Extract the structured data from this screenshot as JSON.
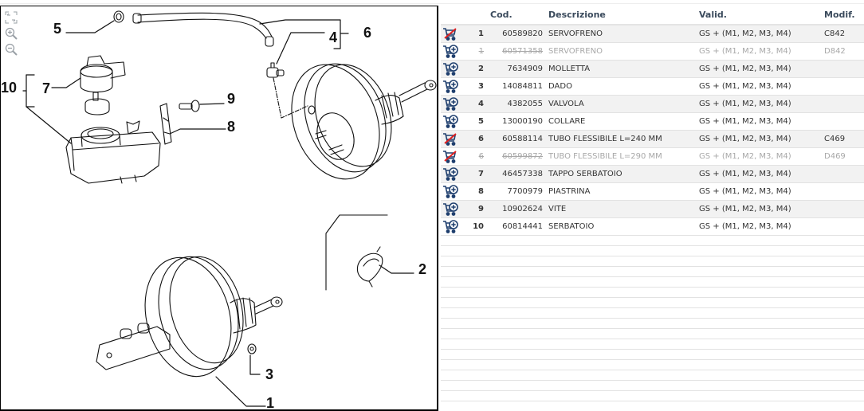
{
  "diagram": {
    "tools": [
      {
        "name": "fit-screen",
        "icon": "fit-icon"
      },
      {
        "name": "zoom-in",
        "icon": "zoom-in-icon"
      },
      {
        "name": "zoom-out",
        "icon": "zoom-out-icon"
      }
    ],
    "callouts": [
      "1",
      "2",
      "3",
      "4",
      "5",
      "6",
      "7",
      "8",
      "9",
      "10"
    ]
  },
  "table": {
    "headers": {
      "code": "Cod.",
      "description": "Descrizione",
      "validity": "Valid.",
      "modification": "Modif."
    },
    "rows": [
      {
        "action": "cart-unavailable",
        "num": "1",
        "code": "60589820",
        "description": "SERVOFRENO",
        "validity": "GS + (M1, M2, M3, M4)",
        "modif": "C842",
        "superseded": false
      },
      {
        "action": "cart-add",
        "num": "1",
        "code": "60571358",
        "description": "SERVOFRENO",
        "validity": "GS + (M1, M2, M3, M4)",
        "modif": "D842",
        "superseded": true
      },
      {
        "action": "cart-add",
        "num": "2",
        "code": "7634909",
        "description": "MOLLETTA",
        "validity": "GS + (M1, M2, M3, M4)",
        "modif": "",
        "superseded": false
      },
      {
        "action": "cart-add",
        "num": "3",
        "code": "14084811",
        "description": "DADO",
        "validity": "GS + (M1, M2, M3, M4)",
        "modif": "",
        "superseded": false
      },
      {
        "action": "cart-add",
        "num": "4",
        "code": "4382055",
        "description": "VALVOLA",
        "validity": "GS + (M1, M2, M3, M4)",
        "modif": "",
        "superseded": false
      },
      {
        "action": "cart-add",
        "num": "5",
        "code": "13000190",
        "description": "COLLARE",
        "validity": "GS + (M1, M2, M3, M4)",
        "modif": "",
        "superseded": false
      },
      {
        "action": "cart-unavailable",
        "num": "6",
        "code": "60588114",
        "description": "TUBO FLESSIBILE L=240 MM",
        "validity": "GS + (M1, M2, M3, M4)",
        "modif": "C469",
        "superseded": false
      },
      {
        "action": "cart-unavailable",
        "num": "6",
        "code": "60599872",
        "description": "TUBO FLESSIBILE L=290 MM",
        "validity": "GS + (M1, M2, M3, M4)",
        "modif": "D469",
        "superseded": true
      },
      {
        "action": "cart-add",
        "num": "7",
        "code": "46457338",
        "description": "TAPPO SERBATOIO",
        "validity": "GS + (M1, M2, M3, M4)",
        "modif": "",
        "superseded": false
      },
      {
        "action": "cart-add",
        "num": "8",
        "code": "7700979",
        "description": "PIASTRINA",
        "validity": "GS + (M1, M2, M3, M4)",
        "modif": "",
        "superseded": false
      },
      {
        "action": "cart-add",
        "num": "9",
        "code": "10902624",
        "description": "VITE",
        "validity": "GS + (M1, M2, M3, M4)",
        "modif": "",
        "superseded": false
      },
      {
        "action": "cart-add",
        "num": "10",
        "code": "60814441",
        "description": "SERBATOIO",
        "validity": "GS + (M1, M2, M3, M4)",
        "modif": "",
        "superseded": false
      }
    ],
    "empty_row_count": 16
  },
  "colors": {
    "cart_icon": "#1f3f6e",
    "unavailable_slash": "#e02020",
    "header_text": "#3a4a5c",
    "superseded_text": "#a8a8a8"
  }
}
